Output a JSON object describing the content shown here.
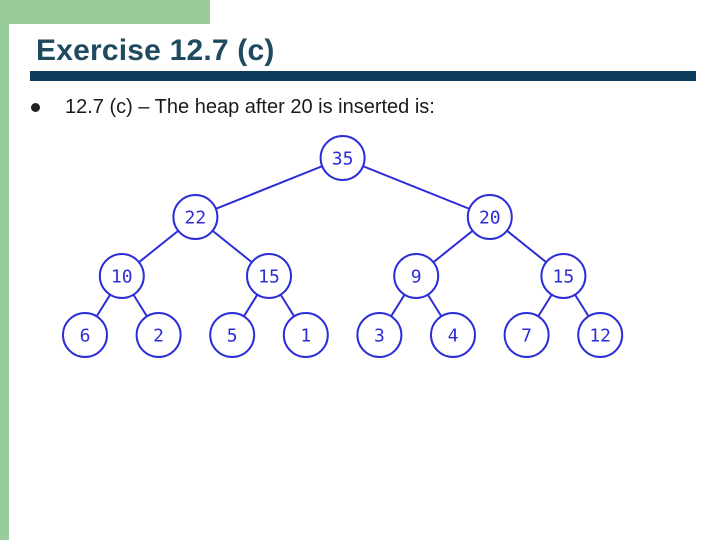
{
  "slide": {
    "title": "Exercise 12.7 (c)",
    "bullet": "12.7 (c) – The heap after 20 is inserted is:"
  },
  "colors": {
    "accent_green": "#99cc99",
    "title_text": "#1f4a5f",
    "title_rule": "#0d3b5c",
    "tree_stroke": "#2d2dd8"
  },
  "heap": {
    "values": [
      35,
      22,
      20,
      10,
      15,
      9,
      15,
      6,
      2,
      5,
      1,
      3,
      4,
      7,
      12
    ]
  }
}
